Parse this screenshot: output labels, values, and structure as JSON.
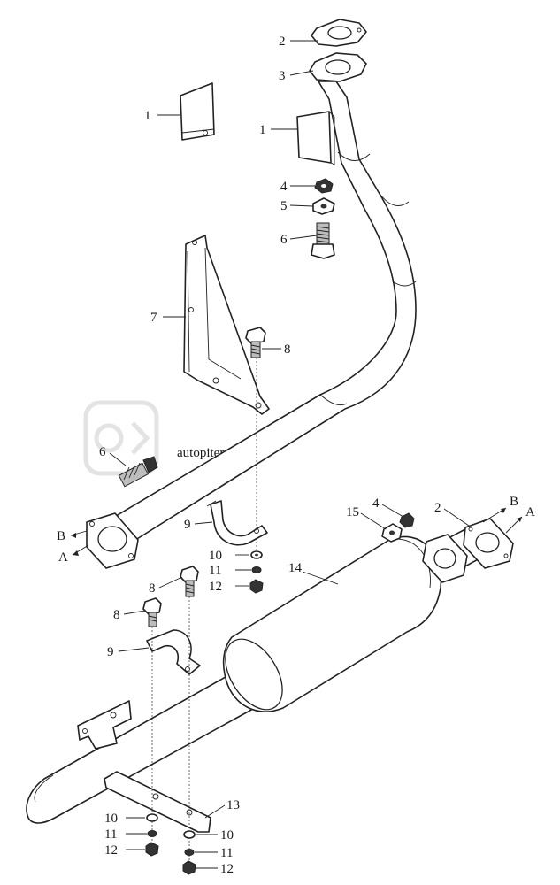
{
  "watermark": {
    "text": "autopiter.ru"
  },
  "callouts": {
    "c1a": "1",
    "c1b": "1",
    "c2a": "2",
    "c2b": "2",
    "c3": "3",
    "c4a": "4",
    "c4b": "4",
    "c5": "5",
    "c6a": "6",
    "c6b": "6",
    "c7": "7",
    "c8a": "8",
    "c8b": "8",
    "c8c": "8",
    "c9a": "9",
    "c9b": "9",
    "c10a": "10",
    "c10b": "10",
    "c10c": "10",
    "c11a": "11",
    "c11b": "11",
    "c11c": "11",
    "c12a": "12",
    "c12b": "12",
    "c12c": "12",
    "c13": "13",
    "c14": "14",
    "c15": "15"
  },
  "connectors": {
    "a_left": "A",
    "b_left": "B",
    "a_right": "A",
    "b_right": "B"
  }
}
